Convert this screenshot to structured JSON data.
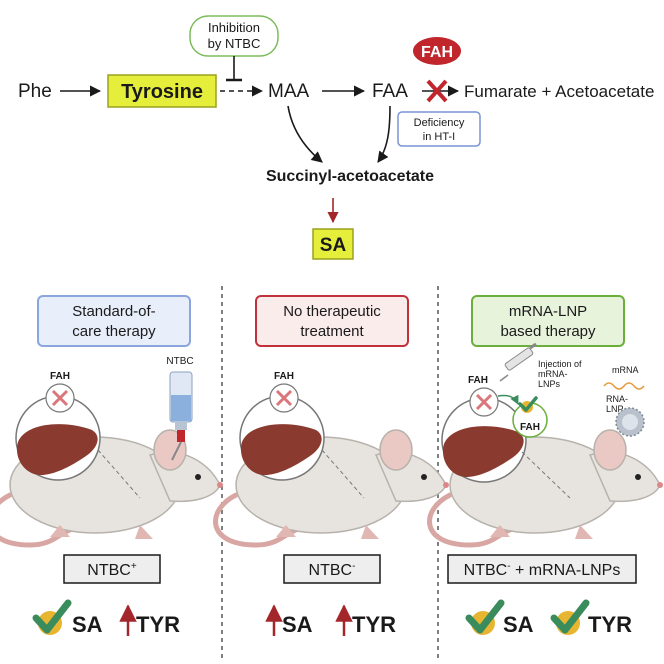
{
  "pathway": {
    "phe": "Phe",
    "tyrosine": "Tyrosine",
    "maa": "MAA",
    "faa": "FAA",
    "products": "Fumarate + Acetoacetate",
    "inhibition_line1": "Inhibition",
    "inhibition_line2": "by NTBC",
    "fah_badge": "FAH",
    "deficiency_line1": "Deficiency",
    "deficiency_line2": "in HT-I",
    "succinyl": "Succinyl-acetoacetate",
    "sa": "SA"
  },
  "panels": [
    {
      "title_line1": "Standard-of-",
      "title_line2": "care therapy",
      "liver_label": "FAH",
      "bottle_label": "NTBC",
      "condition_main": "NTBC",
      "condition_sup": "+",
      "condition_tail": "",
      "outcome_1": "SA",
      "outcome_2": "TYR",
      "outcome_1_symbol": "check-icon",
      "outcome_2_symbol": "up-arrow-icon"
    },
    {
      "title_line1": "No therapeutic",
      "title_line2": "treatment",
      "liver_label": "FAH",
      "condition_main": "NTBC",
      "condition_sup": "-",
      "condition_tail": "",
      "outcome_1": "SA",
      "outcome_2": "TYR",
      "outcome_1_symbol": "up-arrow-icon",
      "outcome_2_symbol": "up-arrow-icon"
    },
    {
      "title_line1": "mRNA-LNP",
      "title_line2": "based therapy",
      "liver_label": "FAH",
      "fah_restored": "FAH",
      "injection_line1": "Injection of",
      "injection_line2": "mRNA-",
      "injection_line3": "LNPs",
      "mrna_label": "mRNA",
      "lnp_line1": "RNA-",
      "lnp_line2": "LNP",
      "condition_main": "NTBC",
      "condition_sup": "-",
      "condition_tail": " + mRNA-LNPs",
      "outcome_1": "SA",
      "outcome_2": "TYR",
      "outcome_1_symbol": "check-icon",
      "outcome_2_symbol": "check-icon"
    }
  ],
  "colors": {
    "tyrosine_fill": "#e6ee3c",
    "inhibition_border": "#7dbb5a",
    "fah_badge": "#c0262c",
    "deficiency_border": "#7a94d6",
    "panel1_border": "#8aa6dd",
    "panel1_fill": "#e8eefa",
    "panel2_border": "#c2313a",
    "panel2_fill": "#fbecec",
    "panel3_border": "#6aae3c",
    "panel3_fill": "#e8f3dc",
    "check_green": "#3b8c5c",
    "check_circle": "#e8b531",
    "up_arrow": "#a3262b",
    "liver": "#8b3a30",
    "mouse": "#e7e4df"
  }
}
